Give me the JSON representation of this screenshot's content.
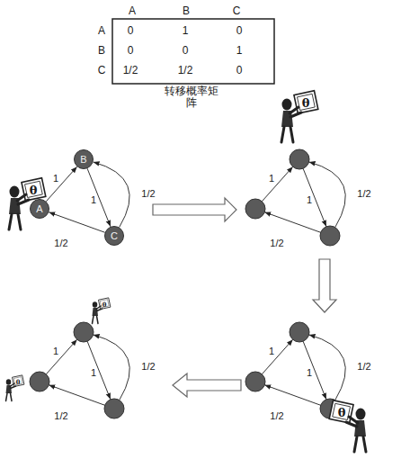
{
  "diagram": {
    "caption": "转移概率矩阵",
    "nodes": [
      {
        "text": [
          "A"
        ]
      },
      {
        "text": [
          "B"
        ]
      },
      {
        "text": [
          "C"
        ]
      }
    ],
    "edges": [
      {
        "from": 0,
        "to": 1,
        "label": "1",
        "arrow": "to"
      },
      {
        "from": 1,
        "to": 2,
        "label": "1",
        "arrow": "to"
      },
      {
        "from": 2,
        "to": 0,
        "label": "1/2",
        "arrow": "to"
      },
      {
        "from": 2,
        "to": 1,
        "label": "1/2",
        "arrow": "to"
      }
    ],
    "labels": [
      "A",
      "B",
      "C",
      "A",
      "B",
      "C",
      "0",
      "1",
      "0",
      "0",
      "0",
      "1",
      "1/2",
      "1/2",
      "0",
      "θ",
      "θ",
      "1",
      "1",
      "1/2",
      "1/2",
      "θ",
      "1",
      "1",
      "1/2",
      "1/2",
      "θ",
      "θ",
      "1",
      "1",
      "1/2",
      "1/2"
    ]
  }
}
